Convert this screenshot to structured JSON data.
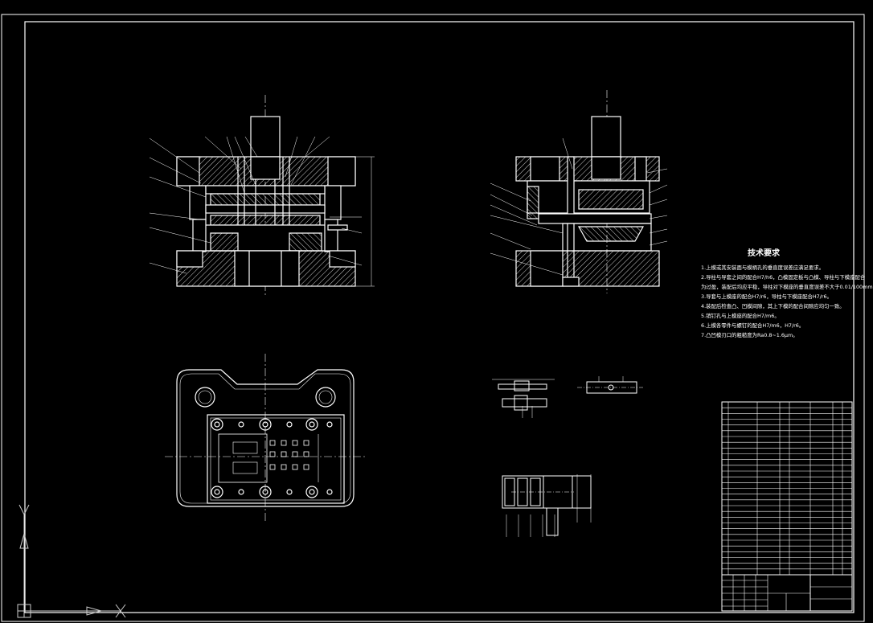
{
  "drawing": {
    "colors": {
      "background": "#000000",
      "line": "#ffffff",
      "ucs_icon": "#cccccc"
    }
  },
  "technical_requirements": {
    "title": "技术要求",
    "items": [
      "1.上模或其安装面与模柄孔的垂直度误差应满足要求。",
      "2.导柱与导套之间的配合H7/h6，凸模固定板与凸模、导柱与下模座配合",
      "  为过盈，装配后均应平稳，导柱对下模座的垂直度误差不大于0.01/100mm",
      "3.导套与上模座的配合H7/r6，导柱与下模座配合H7/r6。",
      "4.装配后检查凸、凹模间隙，其上下模的配合间隙应均匀一致。",
      "5.销钉孔与上模座的配合H7/m6。",
      "6.上模各零件与螺钉的配合H7/m6，H7/r6。",
      "7.凸凹模刃口的粗糙度为Ra0.8~1.6μm。"
    ]
  }
}
